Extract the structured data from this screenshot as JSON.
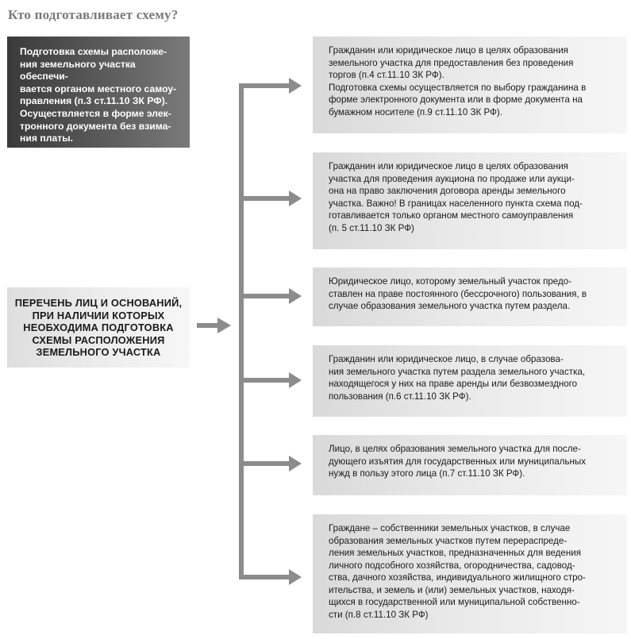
{
  "title": "Кто подготавливает схему?",
  "note": {
    "lines": [
      "Подготовка схемы расположе-",
      "ния земельного участка обеспечи-",
      "вается органом местного самоу-",
      "правления (п.3 ст.11.10 ЗК РФ).",
      "Осуществляется в форме элек-",
      "тронного документа без взима-",
      "ния платы."
    ]
  },
  "main_box": {
    "lines": [
      "ПЕРЕЧЕНЬ ЛИЦ И ОСНОВАНИЙ,",
      "ПРИ НАЛИЧИИ КОТОРЫХ",
      "НЕОБХОДИМА ПОДГОТОВКА",
      "СХЕМЫ РАСПОЛОЖЕНИЯ",
      "ЗЕМЕЛЬНОГО УЧАСТКА"
    ]
  },
  "cases": [
    {
      "lines": [
        "Гражданин или юридическое лицо в целях образования",
        "земельного участка для предоставления без проведения",
        "торгов (п.4 ст.11.10 ЗК РФ).",
        "Подготовка схемы осуществляется по выбору гражданина в",
        "форме электронного документа или в форме документа на",
        "бумажном носителе (п.9 ст.11.10 ЗК РФ)."
      ]
    },
    {
      "lines": [
        "Гражданин или юридическое лицо в целях образования",
        "участка для проведения аукциона по продаже или аукци-",
        "она на право заключения договора аренды земельного",
        "участка. Важно! В границах населенного пункта схема под-",
        "готавливается только органом местного самоуправления",
        "(п. 5 ст.11.10 ЗК РФ)"
      ]
    },
    {
      "lines": [
        "Юридическое лицо, которому земельный участок предо-",
        "ставлен на праве постоянного (бессрочного) пользования, в",
        "случае образования земельного участка путем раздела."
      ]
    },
    {
      "lines": [
        "Гражданин или юридическое лицо, в случае образова-",
        "ния земельного участка путем раздела земельного участка,",
        "находящегося у них на праве аренды или безвозмездного",
        "пользования (п.6 ст.11.10 ЗК РФ)."
      ]
    },
    {
      "lines": [
        "Лицо, в целях образования земельного участка для после-",
        "дующего изъятия для государственных или муниципальных",
        "нужд в пользу этого лица (п.7 ст.11.10 ЗК РФ)."
      ]
    },
    {
      "lines": [
        "Граждане – собственники земельных участков, в случае",
        "образования земельных участков путем перераспреде-",
        "ления земельных участков, предназначенных для ведения",
        "личного подсобного хозяйства, огородничества, садовод-",
        "ства, дачного хозяйства, индивидуального жилищного стро-",
        "ительства, и земель и (или) земельных участков, находя-",
        "щихся в государственной или муниципальной собственно-",
        "сти (п.8 ст.11.10 ЗК РФ)"
      ]
    }
  ],
  "colors": {
    "connector": "#8c8c8c",
    "title": "#7a7a7a",
    "note_bg": "#4a4a4a",
    "box_bg": "#e6e6e6"
  }
}
